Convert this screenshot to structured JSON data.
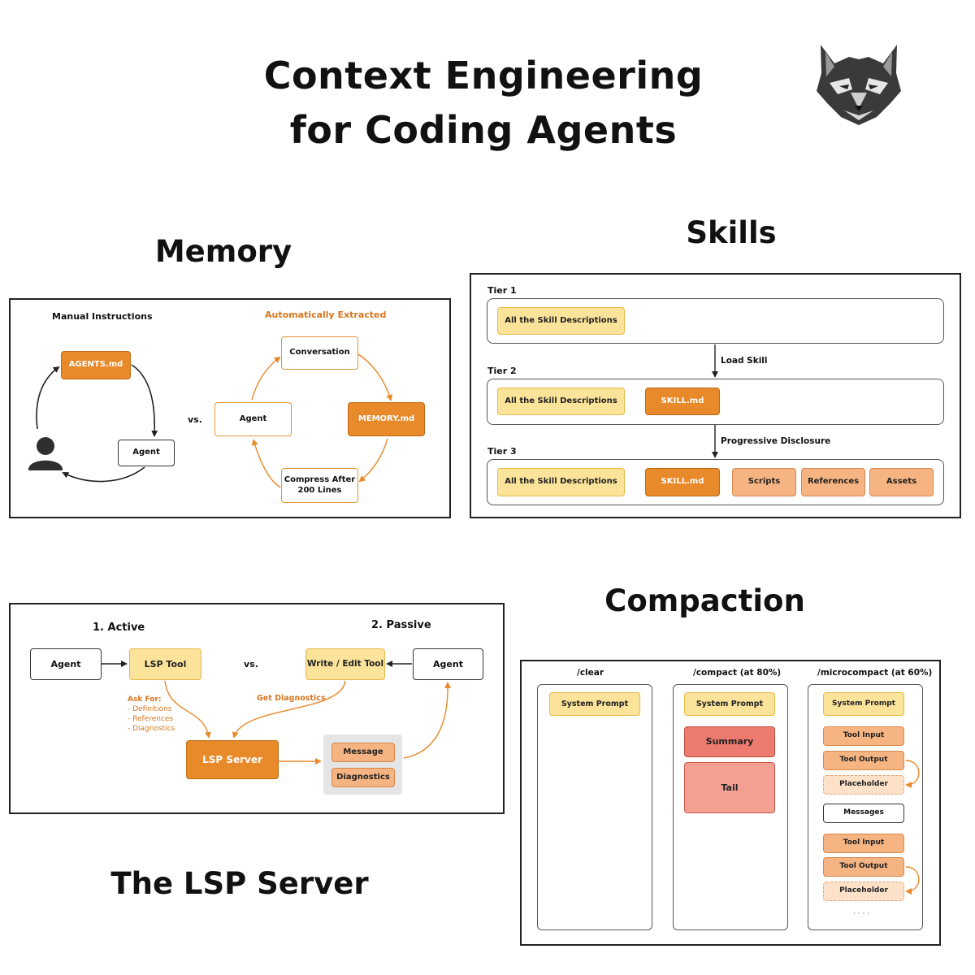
{
  "title": {
    "line1": "Context Engineering",
    "line2": "for Coding Agents"
  },
  "logo": {
    "icon": "wolf-head-logo"
  },
  "memory": {
    "heading": "Memory",
    "manual_label": "Manual Instructions",
    "auto_label": "Automatically Extracted",
    "agents_md": "AGENTS.md",
    "agent_left": "Agent",
    "user_icon": "person-icon",
    "vs": "vs.",
    "conversation": "Conversation",
    "memory_md": "MEMORY.md",
    "compress_line1": "Compress After",
    "compress_line2": "200 Lines",
    "agent_right": "Agent"
  },
  "skills": {
    "heading": "Skills",
    "tier1": "Tier 1",
    "tier2": "Tier 2",
    "tier3": "Tier 3",
    "descriptions": "All the Skill Descriptions",
    "skill_md": "SKILL.md",
    "load_skill": "Load Skill",
    "progressive": "Progressive Disclosure",
    "scripts": "Scripts",
    "references": "References",
    "assets": "Assets"
  },
  "lsp": {
    "heading": "The LSP Server",
    "active": "1. Active",
    "passive": "2. Passive",
    "agent_left": "Agent",
    "lsp_tool": "LSP Tool",
    "vs": "vs.",
    "write_edit": "Write / Edit Tool",
    "agent_right": "Agent",
    "ask_for": "Ask For:",
    "ask_items": [
      "- Definitions",
      "- References",
      "- Diagnostics"
    ],
    "get_diag": "Get Diagnostics",
    "server": "LSP Server",
    "message": "Message",
    "diagnostics": "Diagnostics"
  },
  "compaction": {
    "heading": "Compaction",
    "clear": "/clear",
    "compact": "/compact (at 80%)",
    "micro": "/microcompact (at 60%)",
    "system_prompt": "System Prompt",
    "summary": "Summary",
    "tail": "Tail",
    "tool_input": "Tool Input",
    "tool_output": "Tool Output",
    "placeholder": "Placeholder",
    "messages": "Messages",
    "ellipsis": "· · · ·"
  }
}
